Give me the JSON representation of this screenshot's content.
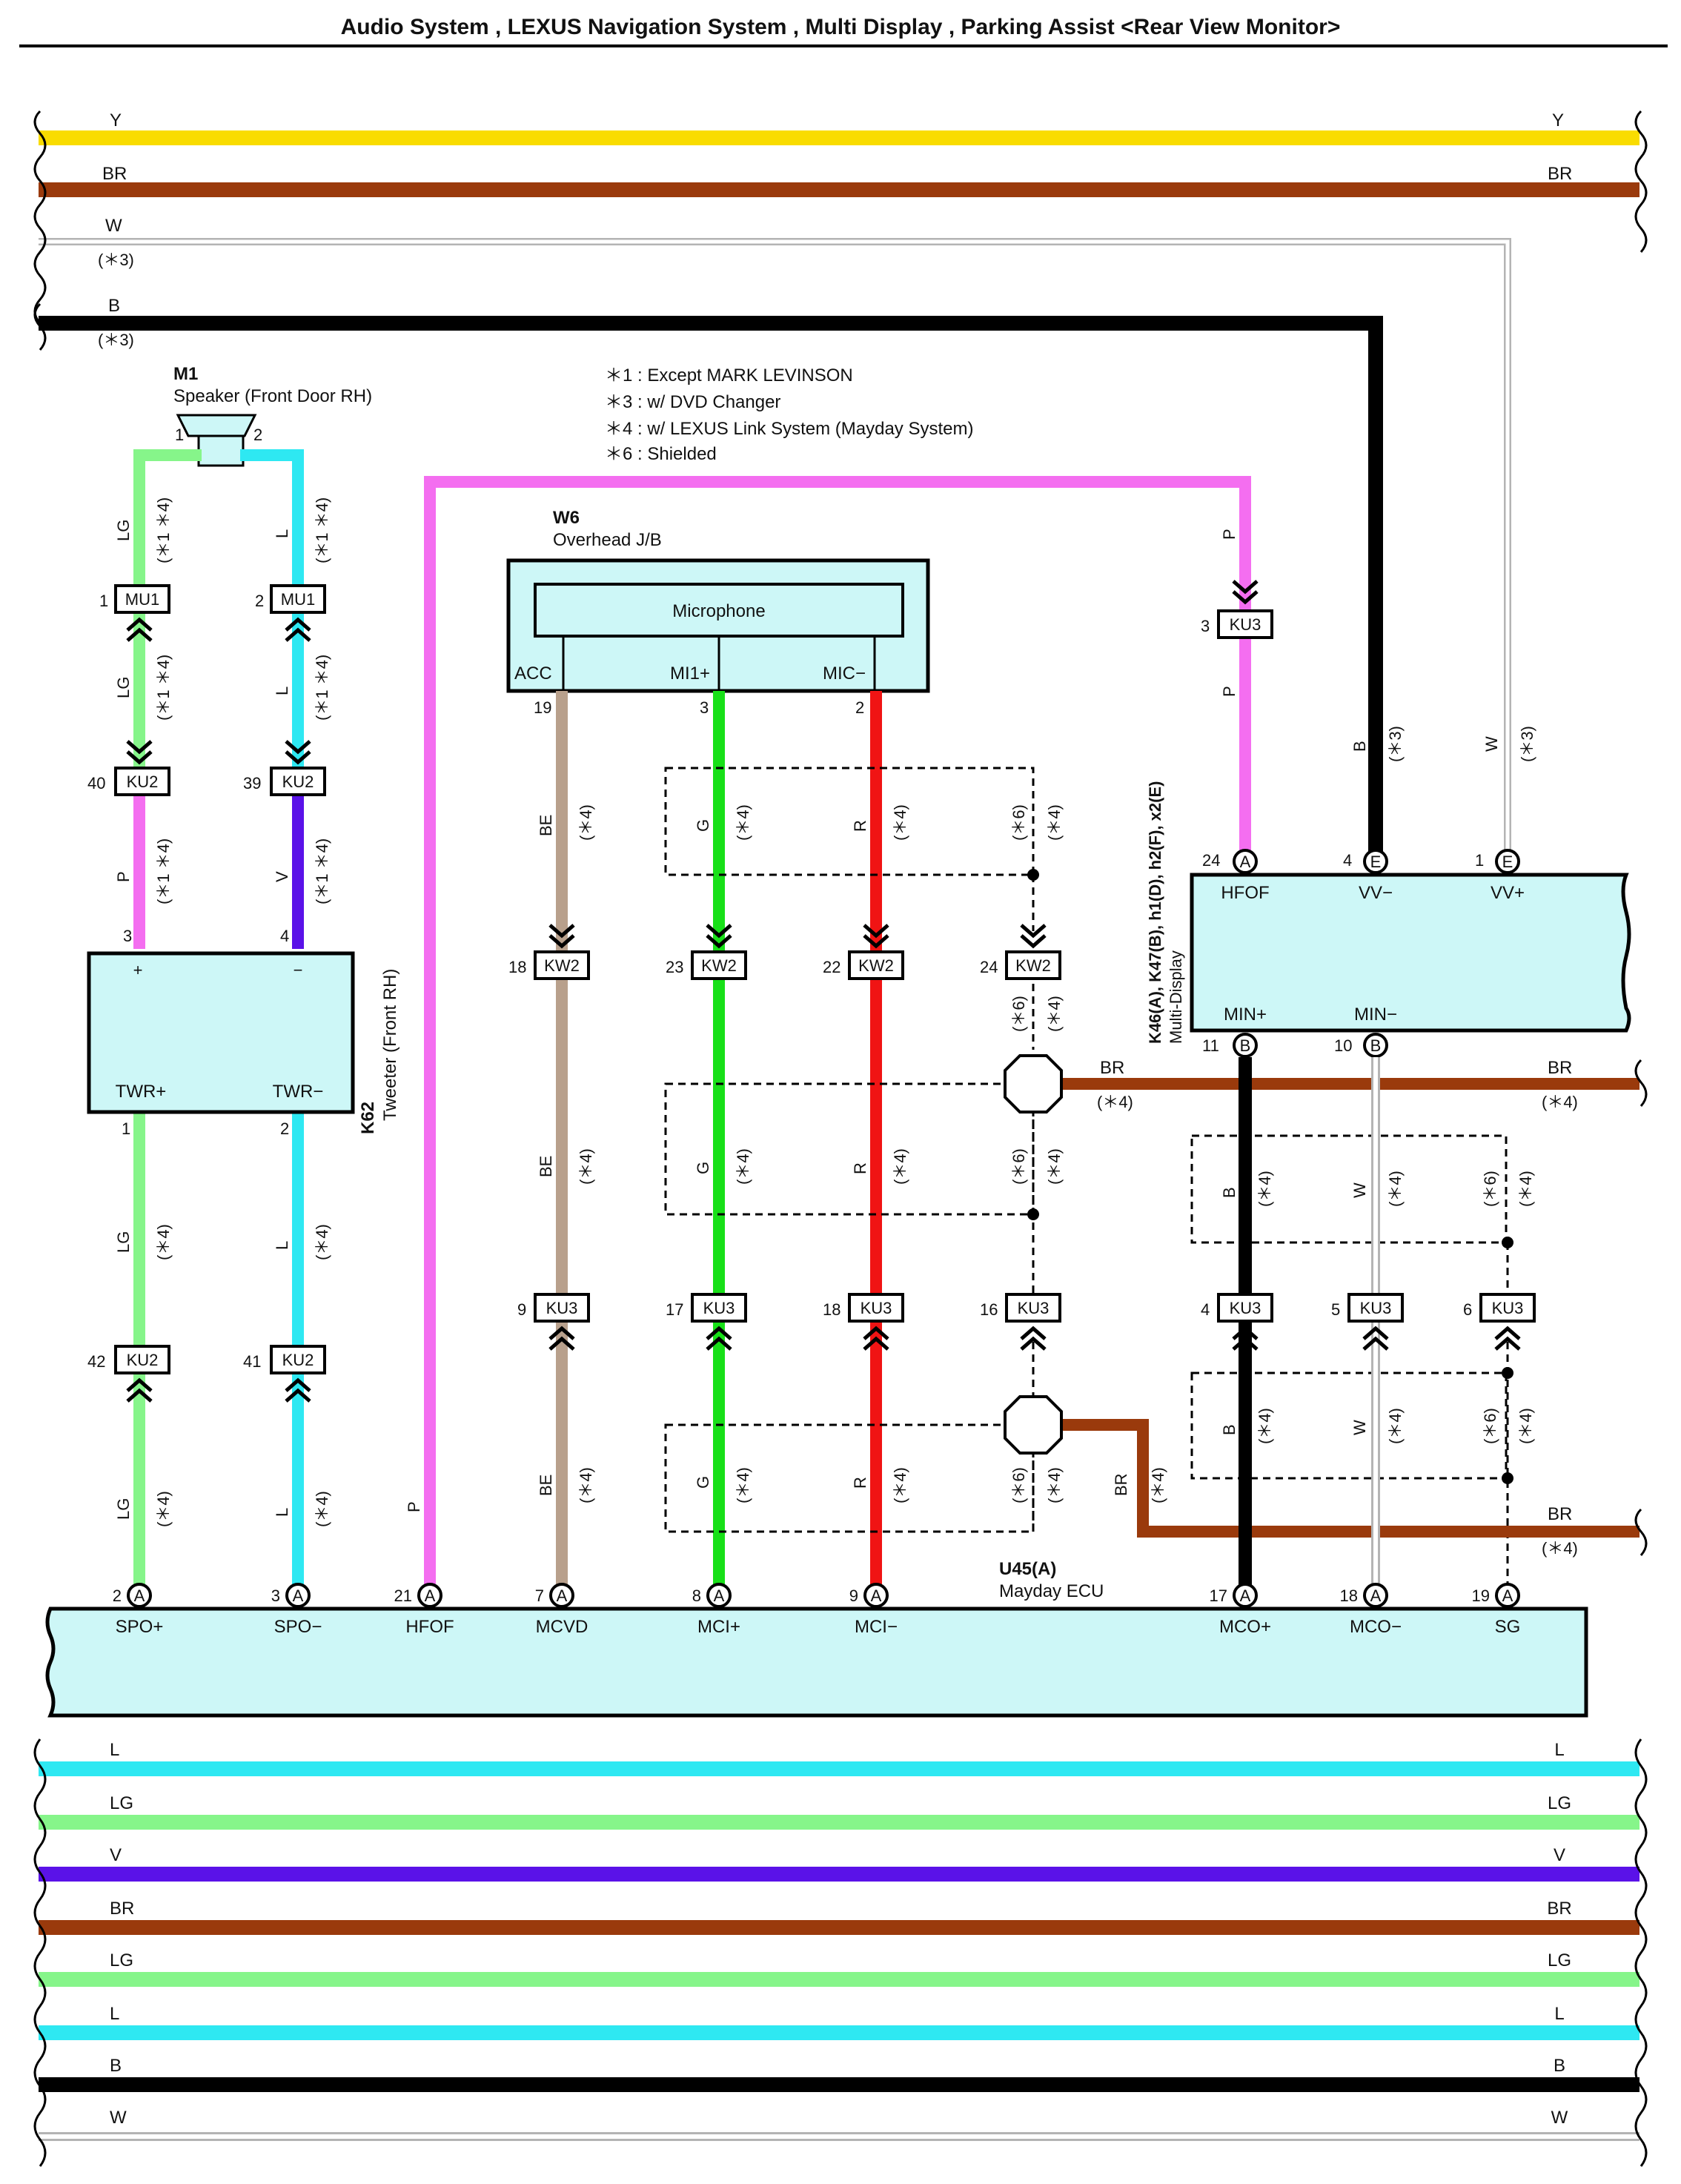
{
  "title": "Audio System , LEXUS Navigation System , Multi Display , Parking Assist <Rear View Monitor>",
  "colors": {
    "Y": "#f9dc00",
    "BR": "#9a3a0c",
    "W": "#b4b4b4",
    "B": "#000000",
    "LG": "#86f58a",
    "L": "#2ee8f2",
    "P": "#f46ef0",
    "V": "#5a12e8",
    "BE": "#b8a08c",
    "G": "#18e018",
    "R": "#f01414",
    "box_fill": "#cdf7f7"
  },
  "notes": [
    "＊1 : Except MARK LEVINSON",
    "＊3 : w/ DVD Changer",
    "＊4 : w/ LEXUS Link System (Mayday System)",
    "＊6 : Shielded"
  ],
  "components": {
    "m1": {
      "id": "M1",
      "name": "Speaker (Front Door RH)",
      "pin1": "1",
      "pin2": "2"
    },
    "k62": {
      "id": "K62",
      "name": "Tweeter (Front RH)",
      "pin3": "3",
      "pin4": "4",
      "plus": "+",
      "minus": "−",
      "twr_plus": "TWR+",
      "twr_minus": "TWR−",
      "pin1": "1",
      "pin2": "2"
    },
    "w6": {
      "id": "W6",
      "name": "Overhead J/B",
      "microphone": "Microphone",
      "acc": "ACC",
      "mi1": "MI1+",
      "mic": "MIC−",
      "pin19": "19",
      "pin3": "3",
      "pin2": "2"
    },
    "multi": {
      "id": "K46(A), K47(B), h1(D), h2(F), x2(E)",
      "name": "Multi-Display",
      "hfof": "HFOF",
      "vvm": "VV−",
      "vvp": "VV+",
      "minp": "MIN+",
      "minm": "MIN−",
      "p24": "24",
      "p4": "4",
      "p1": "1",
      "p11": "11",
      "p10": "10",
      "cA": "A",
      "cE": "E",
      "cB": "B"
    },
    "u45": {
      "id": "U45(A)",
      "name": "Mayday ECU",
      "pins": [
        "2",
        "3",
        "21",
        "7",
        "8",
        "9",
        "17",
        "18",
        "19"
      ],
      "labels": [
        "SPO+",
        "SPO−",
        "HFOF",
        "MCVD",
        "MCI+",
        "MCI−",
        "MCO+",
        "MCO−",
        "SG"
      ],
      "circle": "A"
    }
  },
  "connectors": {
    "mu1": "MU1",
    "ku2": "KU2",
    "ku3": "KU3",
    "kw2": "KW2",
    "mu1_l": "1",
    "mu1_r": "2",
    "ku2_top_l": "40",
    "ku2_top_r": "39",
    "ku2_bot_l": "42",
    "ku2_bot_r": "41",
    "ku3_p": "3",
    "kw2_pins": [
      "18",
      "23",
      "22",
      "24"
    ],
    "ku3_mid": [
      "9",
      "17",
      "18",
      "16"
    ],
    "ku3_right": [
      "4",
      "5",
      "6"
    ]
  },
  "wire_labels": {
    "Y": "Y",
    "BR": "BR",
    "W": "W",
    "B": "B",
    "LG": "LG",
    "L": "L",
    "P": "P",
    "V": "V",
    "BE": "BE",
    "G": "G",
    "R": "R",
    "n3": "(＊3)",
    "n4": "(＊4)",
    "n6": "(＊6)",
    "n14": "(＊1 ＊4)"
  },
  "bottom_buses": [
    "L",
    "LG",
    "V",
    "BR",
    "LG",
    "L",
    "B",
    "W"
  ]
}
